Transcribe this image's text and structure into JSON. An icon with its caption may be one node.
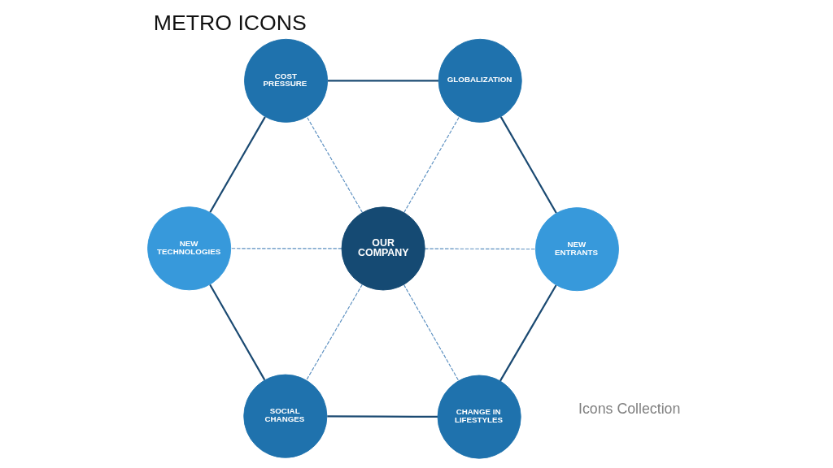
{
  "diagram": {
    "title": "METRO ICONS",
    "nodes": [
      {
        "text": [
          "COST PRESSURE"
        ]
      },
      {
        "text": [
          "GLOBALIZATION"
        ]
      },
      {
        "text": [
          "NEW TECHNOLOGIES"
        ]
      },
      {
        "text": [
          "OUR COMPANY"
        ]
      },
      {
        "text": [
          "NEW ENTRANTS"
        ]
      },
      {
        "text": [
          "SOCIAL CHANGES"
        ]
      },
      {
        "text": [
          "CHANGE IN LIFESTYLES"
        ]
      }
    ],
    "edges": [
      {
        "from": 3,
        "to": 0,
        "arrow": "none",
        "style": "dashed",
        "color": "#5b8fc0"
      },
      {
        "from": 3,
        "to": 1,
        "arrow": "none",
        "style": "dashed",
        "color": "#5b8fc0"
      },
      {
        "from": 3,
        "to": 4,
        "arrow": "none",
        "style": "dashed",
        "color": "#5b8fc0"
      },
      {
        "from": 3,
        "to": 6,
        "arrow": "none",
        "style": "dashed",
        "color": "#5b8fc0"
      },
      {
        "from": 3,
        "to": 5,
        "arrow": "none",
        "style": "dashed",
        "color": "#5b8fc0"
      },
      {
        "from": 3,
        "to": 2,
        "arrow": "none",
        "style": "dashed",
        "color": "#5b8fc0"
      },
      {
        "from": 0,
        "to": 1,
        "arrow": "none"
      },
      {
        "from": 1,
        "to": 4,
        "arrow": "none"
      },
      {
        "from": 4,
        "to": 6,
        "arrow": "none"
      },
      {
        "from": 6,
        "to": 5,
        "arrow": "none"
      },
      {
        "from": 5,
        "to": 2,
        "arrow": "none"
      },
      {
        "from": 2,
        "to": 0,
        "arrow": "none"
      }
    ],
    "labels": [
      "Icons Collection"
    ]
  }
}
